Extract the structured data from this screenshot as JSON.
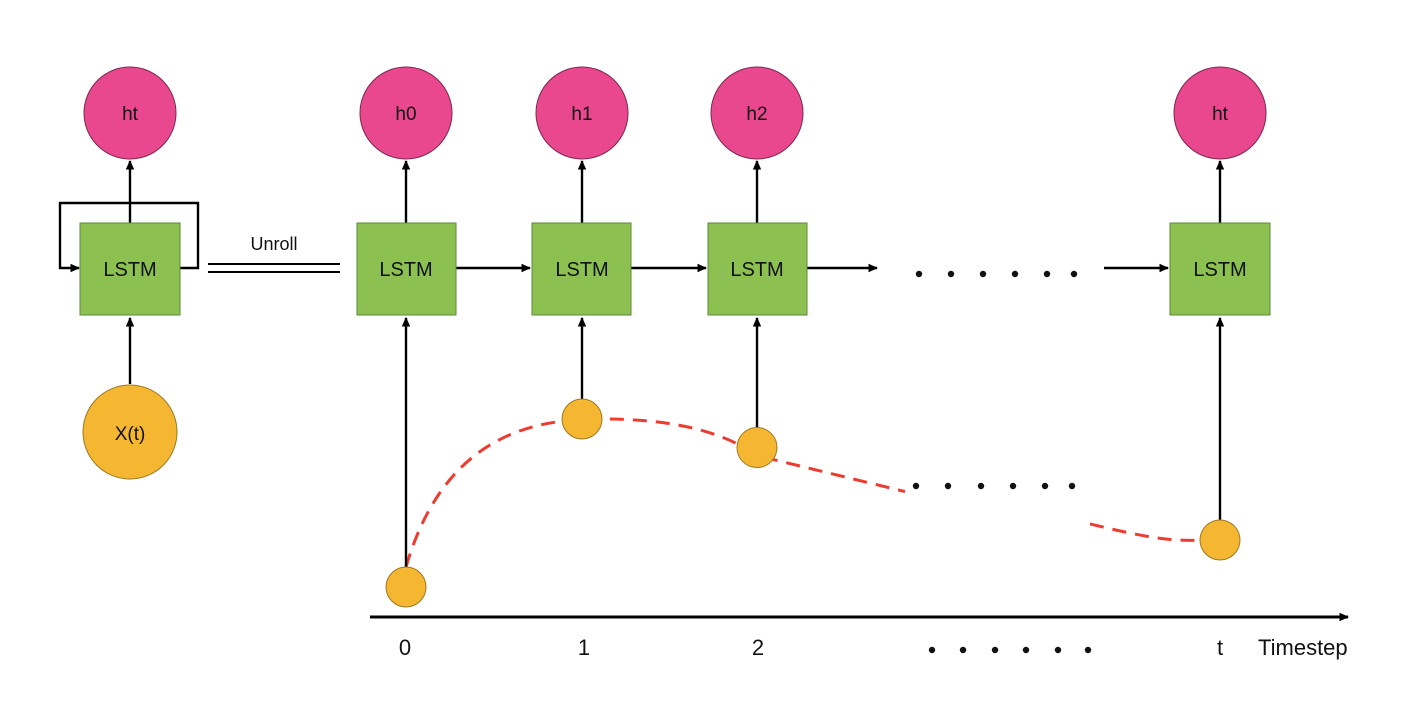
{
  "colors": {
    "hidden_state": "#e9478e",
    "input": "#f5b732",
    "lstm_cell": "#8cc152",
    "trend_line": "#ee3b2f",
    "arrow": "#000000"
  },
  "rolled": {
    "output_label": "ht",
    "cell_label": "LSTM",
    "input_label": "X(t)"
  },
  "unroll_label": "Unroll",
  "unrolled_cells": [
    {
      "output_label": "h0",
      "cell_label": "LSTM",
      "timestep": "0"
    },
    {
      "output_label": "h1",
      "cell_label": "LSTM",
      "timestep": "1"
    },
    {
      "output_label": "h2",
      "cell_label": "LSTM",
      "timestep": "2"
    },
    {
      "output_label": "ht",
      "cell_label": "LSTM",
      "timestep": "t"
    }
  ],
  "axis_label": "Timestep",
  "input_trend_levels": [
    0.0,
    1.0,
    0.83,
    0.28
  ],
  "icons": {
    "ellipsis": "horizontal-dots"
  }
}
